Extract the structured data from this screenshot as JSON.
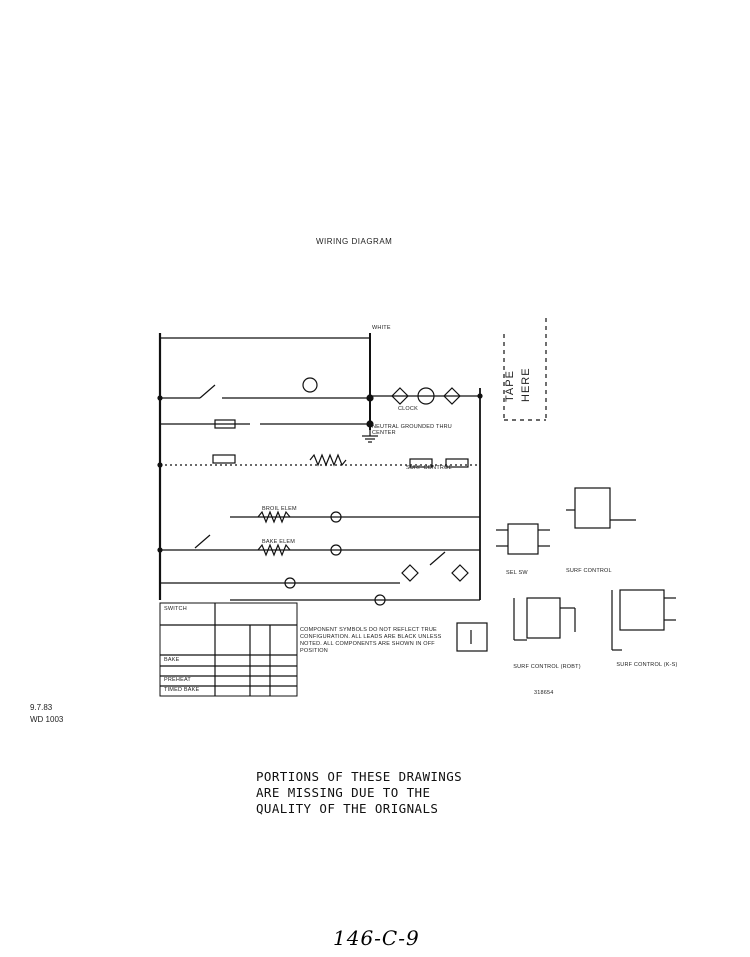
{
  "title": "WIRING DIAGRAM",
  "date_code": {
    "date": "9.7.83",
    "code": "WD 1003"
  },
  "tape_here": {
    "line1": "TAPE",
    "line2": "HERE"
  },
  "labels": {
    "white": "WHITE",
    "clock": "CLOCK",
    "ground": "NEUTRAL GROUNDED THRU CENTER",
    "surf_control": "SURF CONTROL",
    "bake_elem": "BAKE ELEM",
    "broil_elem": "BROIL ELEM",
    "sel_sw": "SEL SW",
    "surf_control_robertshaw": "SURF CONTROL (ROBT)",
    "surf_control_ks": "SURF CONTROL (K-S)",
    "surf_control_right": "SURF CONTROL",
    "part_number": "318654"
  },
  "switch_table": {
    "rows": [
      "SWITCH",
      "BAKE",
      "PREHEAT",
      "TIMED BAKE"
    ]
  },
  "component_note": "COMPONENT SYMBOLS DO NOT REFLECT TRUE CONFIGURATION. ALL LEADS ARE BLACK UNLESS NOTED. ALL COMPONENTS ARE SHOWN IN OFF POSITION",
  "notice": "PORTIONS OF THESE DRAWINGS\nARE MISSING DUE TO THE\nQUALITY OF THE ORIGNALS",
  "handwritten": "146-C-9"
}
